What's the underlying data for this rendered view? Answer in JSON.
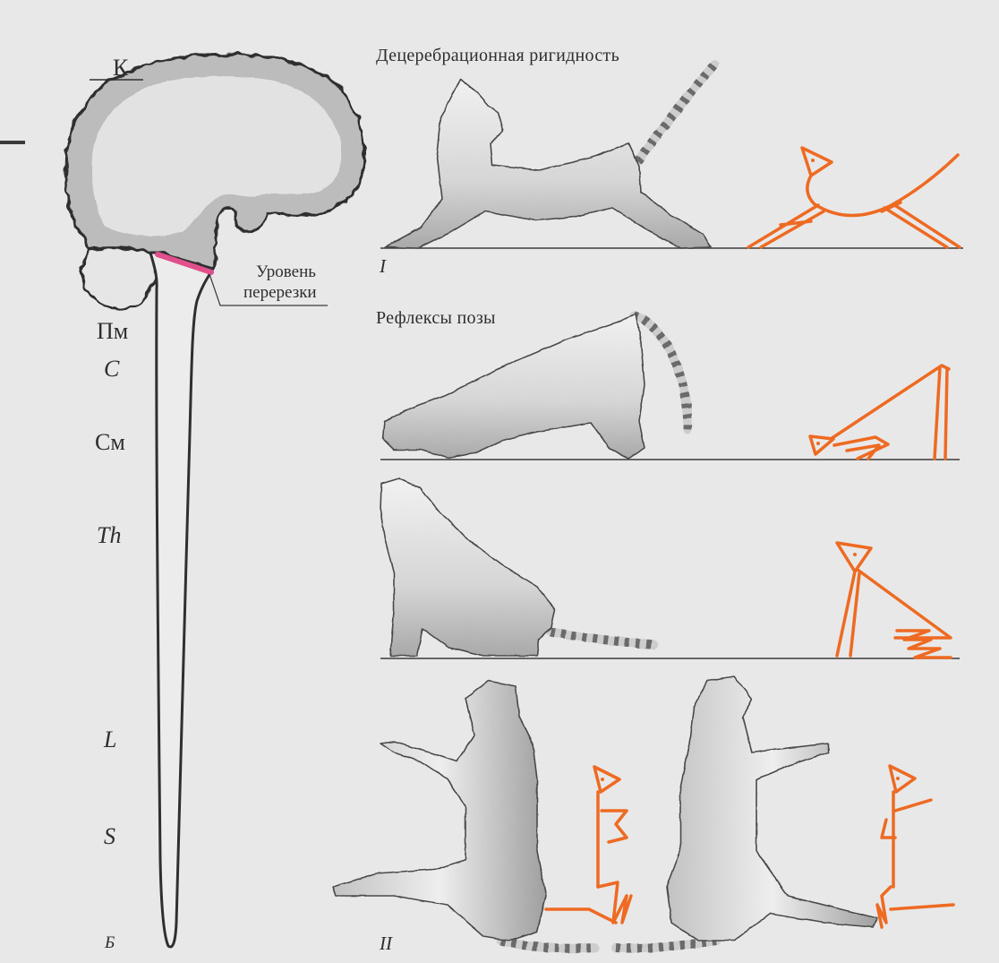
{
  "colors": {
    "background": "#e8e8e8",
    "schematic_orange": "#ee6a22",
    "cut_line_magenta": "#e0508c",
    "outline": "#3a3a3a",
    "cortex_gray": "#bcbcbc",
    "cat_light": "#efefef",
    "cat_shadow": "#a9a9a9"
  },
  "spinal_labels": {
    "k": "К",
    "pm": "Пм",
    "c": "C",
    "sm": "См",
    "th": "Th",
    "l": "L",
    "s": "S",
    "b": "Б"
  },
  "cut_level": {
    "line1": "Уровень",
    "line2": "перерезки"
  },
  "panel_one": {
    "title": "Децеребрационная ригидность",
    "numeral": "I"
  },
  "panel_two": {
    "title": "Рефлексы позы",
    "numeral": "II"
  }
}
